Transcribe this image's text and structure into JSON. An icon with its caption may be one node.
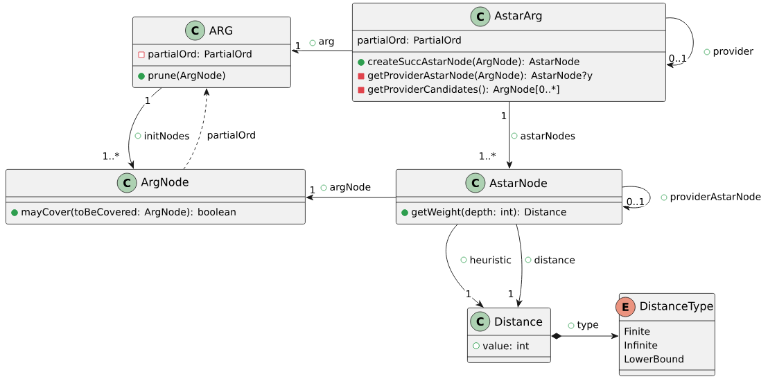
{
  "diagram": {
    "nodes": [
      {
        "text": [
          "C",
          "ARG",
          "partialOrd: PartialOrd",
          "prune(ArgNode)"
        ]
      },
      {
        "text": [
          "C",
          "AstarArg",
          "partialOrd: PartialOrd",
          "createSuccAstarNode(ArgNode): AstarNode",
          "getProviderAstarNode(ArgNode): AstarNode?y",
          "getProviderCandidates(): ArgNode[0..*]"
        ]
      },
      {
        "text": [
          "C",
          "ArgNode",
          "mayCover(toBeCovered: ArgNode): boolean"
        ]
      },
      {
        "text": [
          "C",
          "AstarNode",
          "getWeight(depth: int): Distance"
        ]
      },
      {
        "text": [
          "C",
          "Distance",
          "value: int"
        ]
      },
      {
        "text": [
          "E",
          "DistanceType",
          "Finite",
          "Infinite",
          "LowerBound"
        ]
      }
    ],
    "edges": [
      {
        "from": 1,
        "to": 0,
        "arrow": "to",
        "label": "arg"
      },
      {
        "from": 1,
        "to": 1,
        "arrow": "to",
        "label": "provider"
      },
      {
        "from": 0,
        "to": 2,
        "arrow": "to",
        "label": "initNodes"
      },
      {
        "from": 2,
        "to": 0,
        "arrow": "to",
        "label": "partialOrd",
        "style": "dashed"
      },
      {
        "from": 1,
        "to": 3,
        "arrow": "to",
        "label": "astarNodes"
      },
      {
        "from": 3,
        "to": 2,
        "arrow": "to",
        "label": "argNode"
      },
      {
        "from": 3,
        "to": 3,
        "arrow": "to",
        "label": "providerAstarNode"
      },
      {
        "from": 3,
        "to": 4,
        "arrow": "to",
        "label": "heuristic"
      },
      {
        "from": 3,
        "to": 4,
        "arrow": "to",
        "label": "distance"
      },
      {
        "from": 4,
        "to": 5,
        "arrow": "to",
        "label": "type"
      }
    ],
    "labels": [
      "1",
      "0..1",
      "1",
      "1",
      "1..*",
      "1..*",
      "1",
      "0..1",
      "1",
      "1"
    ]
  }
}
